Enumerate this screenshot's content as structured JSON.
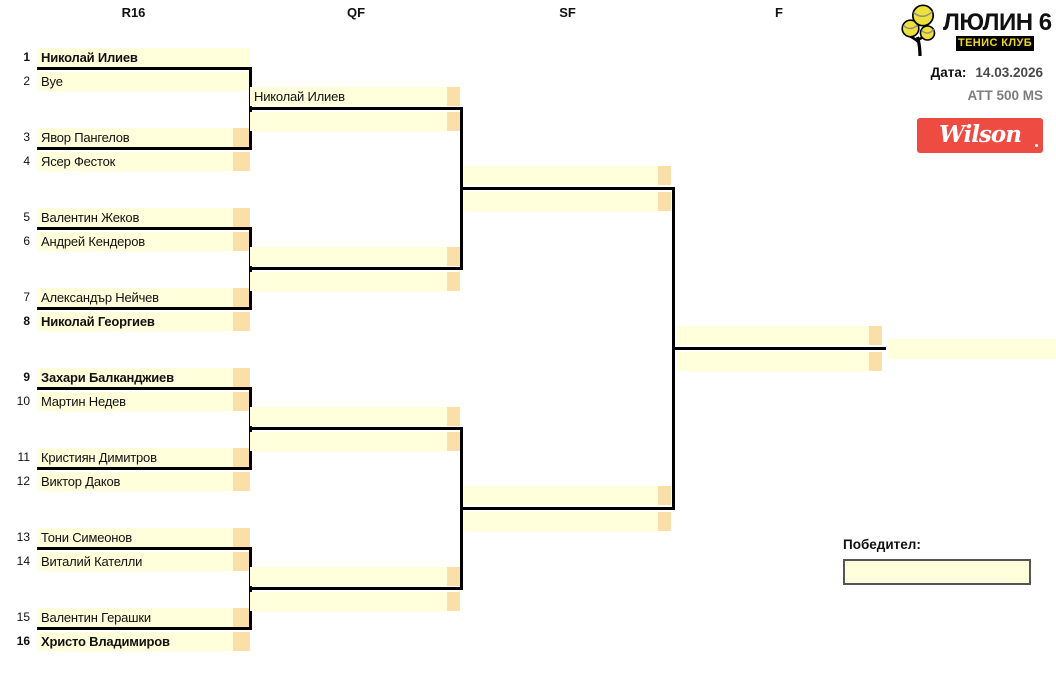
{
  "rounds": {
    "r16": "R16",
    "qf": "QF",
    "sf": "SF",
    "f": "F"
  },
  "players": [
    {
      "seed": "1",
      "name": "Николай Илиев",
      "seeded": true
    },
    {
      "seed": "2",
      "name": "Bye",
      "seeded": false
    },
    {
      "seed": "3",
      "name": "Явор Пангелов",
      "seeded": false
    },
    {
      "seed": "4",
      "name": "Ясер Фесток",
      "seeded": false
    },
    {
      "seed": "5",
      "name": "Валентин Жеков",
      "seeded": false
    },
    {
      "seed": "6",
      "name": "Андрей Кендеров",
      "seeded": false
    },
    {
      "seed": "7",
      "name": "Александър Нейчев",
      "seeded": false
    },
    {
      "seed": "8",
      "name": "Николай Георгиев",
      "seeded": true
    },
    {
      "seed": "9",
      "name": "Захари Балканджиев",
      "seeded": true
    },
    {
      "seed": "10",
      "name": "Мартин Недев",
      "seeded": false
    },
    {
      "seed": "11",
      "name": "Кристиян Димитров",
      "seeded": false
    },
    {
      "seed": "12",
      "name": "Виктор Даков",
      "seeded": false
    },
    {
      "seed": "13",
      "name": "Тони Симеонов",
      "seeded": false
    },
    {
      "seed": "14",
      "name": "Виталий Кателли",
      "seeded": false
    },
    {
      "seed": "15",
      "name": "Валентин Герашки",
      "seeded": false
    },
    {
      "seed": "16",
      "name": "Христо Владимиров",
      "seeded": true
    }
  ],
  "qf_advancers": {
    "slot1": "Николай Илиев"
  },
  "branding": {
    "club_name": "ЛЮЛИН 6",
    "club_subtitle": "ТЕНИС КЛУБ",
    "sponsor": "Wilson"
  },
  "meta": {
    "date_label": "Дата:",
    "date_value": "14.03.2026",
    "category": "ATT 500 MS"
  },
  "winner": {
    "label": "Победител:",
    "value": ""
  },
  "colors": {
    "cell_cream": "#FFFFDB",
    "score_tan": "#FBDFA8",
    "sponsor_red": "#EE4B42",
    "ball_yellow": "#EDE13A",
    "badge_text_yellow": "#F0D722",
    "line_black": "#000000"
  }
}
